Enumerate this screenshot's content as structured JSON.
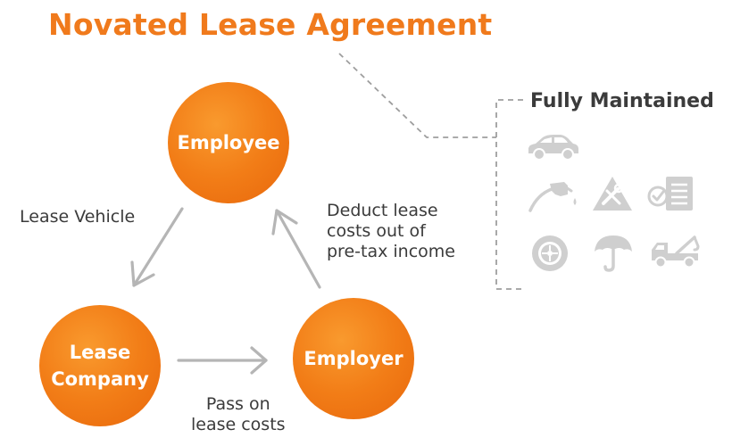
{
  "title": "Novated Lease Agreement",
  "nodes": {
    "employee": "Employee",
    "lease_company_line1": "Lease",
    "lease_company_line2": "Company",
    "employer": "Employer"
  },
  "edge_labels": {
    "lease_vehicle": "Lease Vehicle",
    "deduct_line1": "Deduct lease",
    "deduct_line2": "costs out of",
    "deduct_line3": "pre-tax income",
    "pass_line1": "Pass on",
    "pass_line2": "lease costs"
  },
  "fully_maintained": {
    "title": "Fully Maintained",
    "icons": [
      "car-icon",
      "fuel-pump-icon",
      "tools-icon",
      "checklist-icon",
      "tyre-icon",
      "umbrella-icon",
      "tow-truck-icon"
    ]
  },
  "colors": {
    "accent": "#f07a1c",
    "arrow": "#b5b5b5",
    "icon": "#cfcfcf",
    "text": "#3b3b3b"
  }
}
